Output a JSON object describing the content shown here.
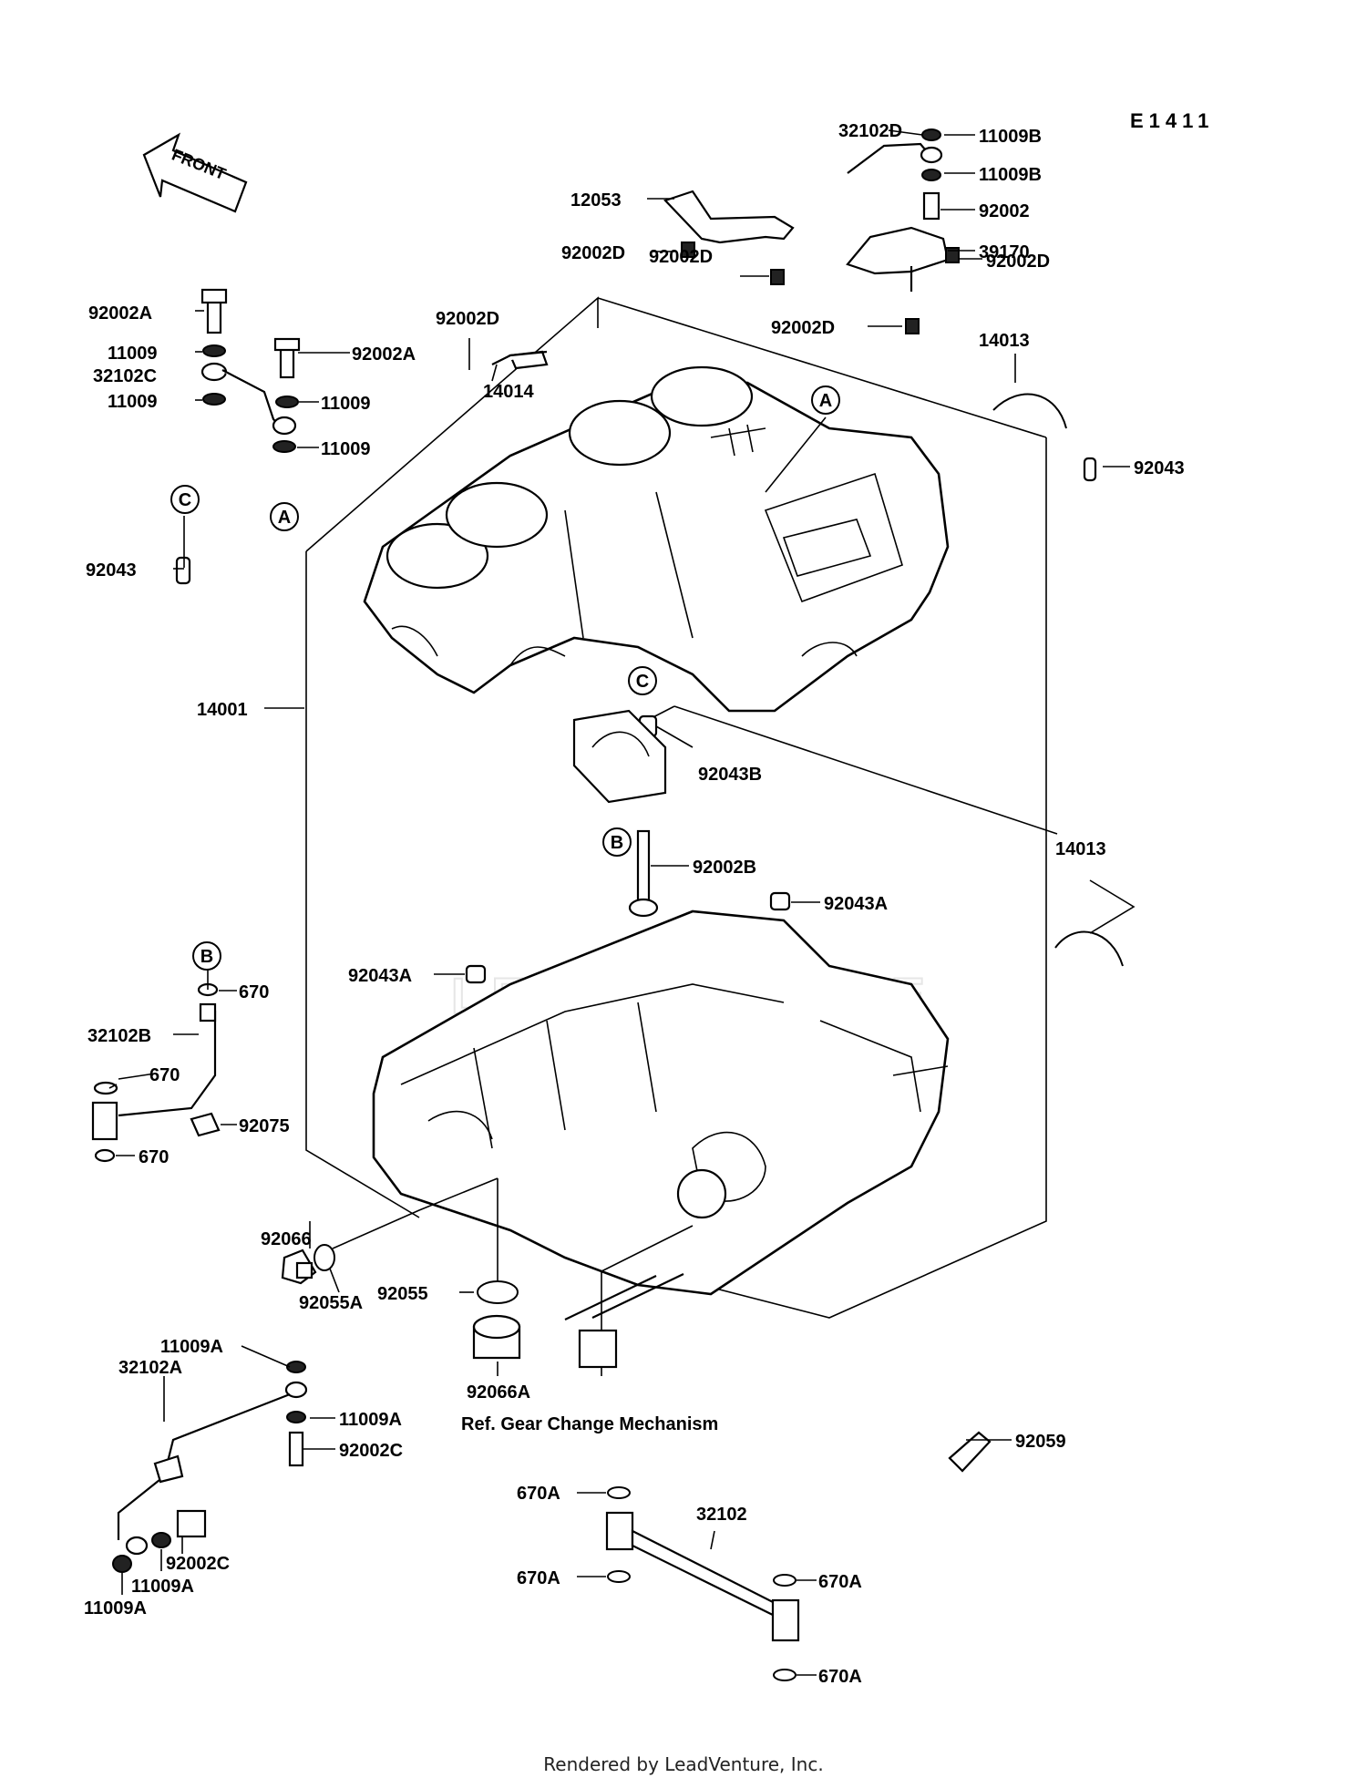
{
  "figure_code": "E1411",
  "front_arrow_label": "FRONT",
  "watermark": "LEADVENTURE",
  "reference_note": "Ref. Gear Change Mechanism",
  "footer": "Rendered by LeadVenture, Inc.",
  "callouts": [
    "A",
    "B",
    "C"
  ],
  "part_numbers": {
    "p32102D": "32102D",
    "p11009B_a": "11009B",
    "p11009B_b": "11009B",
    "p92002": "92002",
    "p12053": "12053",
    "p39170": "39170",
    "p92002D_a": "92002D",
    "p92002D_b": "92002D",
    "p92002D_c": "92002D",
    "p92002D_d": "92002D",
    "p92002D_e": "92002D",
    "p14013_a": "14013",
    "p14013_b": "14013",
    "p92043_a": "92043",
    "p92043_b": "92043",
    "p92002A_a": "92002A",
    "p92002A_b": "92002A",
    "p11009_a": "11009",
    "p11009_b": "11009",
    "p11009_c": "11009",
    "p11009_d": "11009",
    "p32102C": "32102C",
    "p14014": "14014",
    "p14001": "14001",
    "p92043B": "92043B",
    "p92002B": "92002B",
    "p92043A_a": "92043A",
    "p92043A_b": "92043A",
    "p670_a": "670",
    "p670_b": "670",
    "p670_c": "670",
    "p32102B": "32102B",
    "p92075": "92075",
    "p92066": "92066",
    "p92055A": "92055A",
    "p92055": "92055",
    "p92066A": "92066A",
    "p11009A_a": "11009A",
    "p11009A_b": "11009A",
    "p11009A_c": "11009A",
    "p11009A_d": "11009A",
    "p32102A": "32102A",
    "p92002C_a": "92002C",
    "p92002C_b": "92002C",
    "p92059": "92059",
    "p670A_a": "670A",
    "p670A_b": "670A",
    "p670A_c": "670A",
    "p670A_d": "670A",
    "p32102": "32102"
  }
}
